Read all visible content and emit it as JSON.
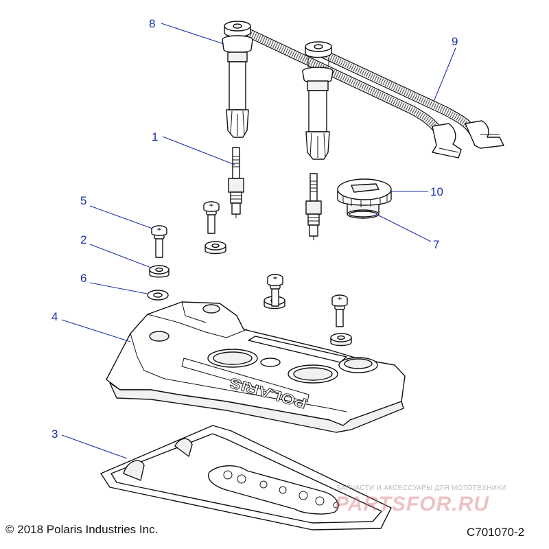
{
  "callouts": {
    "c1": "1",
    "c2": "2",
    "c3": "3",
    "c4": "4",
    "c5": "5",
    "c6": "6",
    "c7": "7",
    "c8": "8",
    "c9": "9",
    "c10": "10"
  },
  "cover_logo": "POLARIS",
  "footer": {
    "copyright": "© 2018 Polaris Industries Inc.",
    "drawing_number": "C701070-2"
  },
  "watermark": {
    "tagline": "ЗАПЧАСТИ И АКСЕССУАРЫ ДЛЯ МОТОТЕХНИКИ",
    "brand": "PARTSFOR.RU"
  },
  "colors": {
    "callout_text": "#1a2fa8",
    "line_art": "#111111",
    "watermark": "#d67878"
  }
}
